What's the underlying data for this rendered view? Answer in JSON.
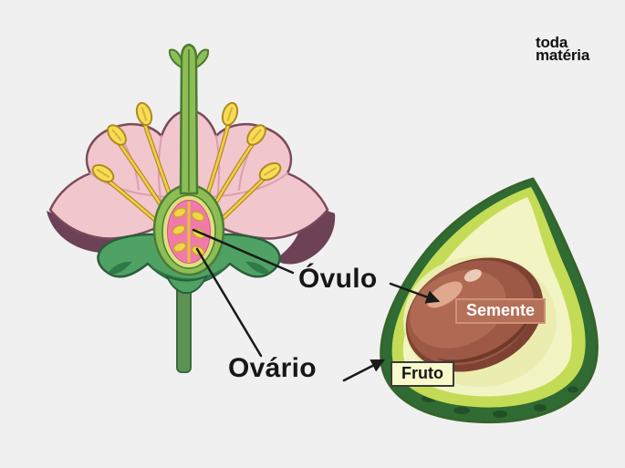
{
  "page": {
    "background": "#f0f0f1"
  },
  "logo": {
    "line1": "toda",
    "line2": "matéria"
  },
  "flower_labels": {
    "ovulo": "Óvulo",
    "ovario": "Ovário"
  },
  "fruit_labels": {
    "semente": "Semente",
    "fruto": "Fruto"
  },
  "colors": {
    "ink": "#1a1a1a",
    "petal_pink": "#f2c6cd",
    "petal_underside": "#6d4156",
    "ovary_pink": "#f279ab",
    "ovule_yellow": "#f2d44c",
    "leaf_green": "#4fa263",
    "pistil_green": "#8cbe55",
    "avocado_skin": "#2f6b33",
    "avocado_rim": "#c4dc55",
    "avocado_flesh": "#f3f4c4",
    "seed_brown": "#9d5946",
    "semente_tag_bg": "#b5705a",
    "fruto_tag_bg": "#f9f9cb"
  }
}
